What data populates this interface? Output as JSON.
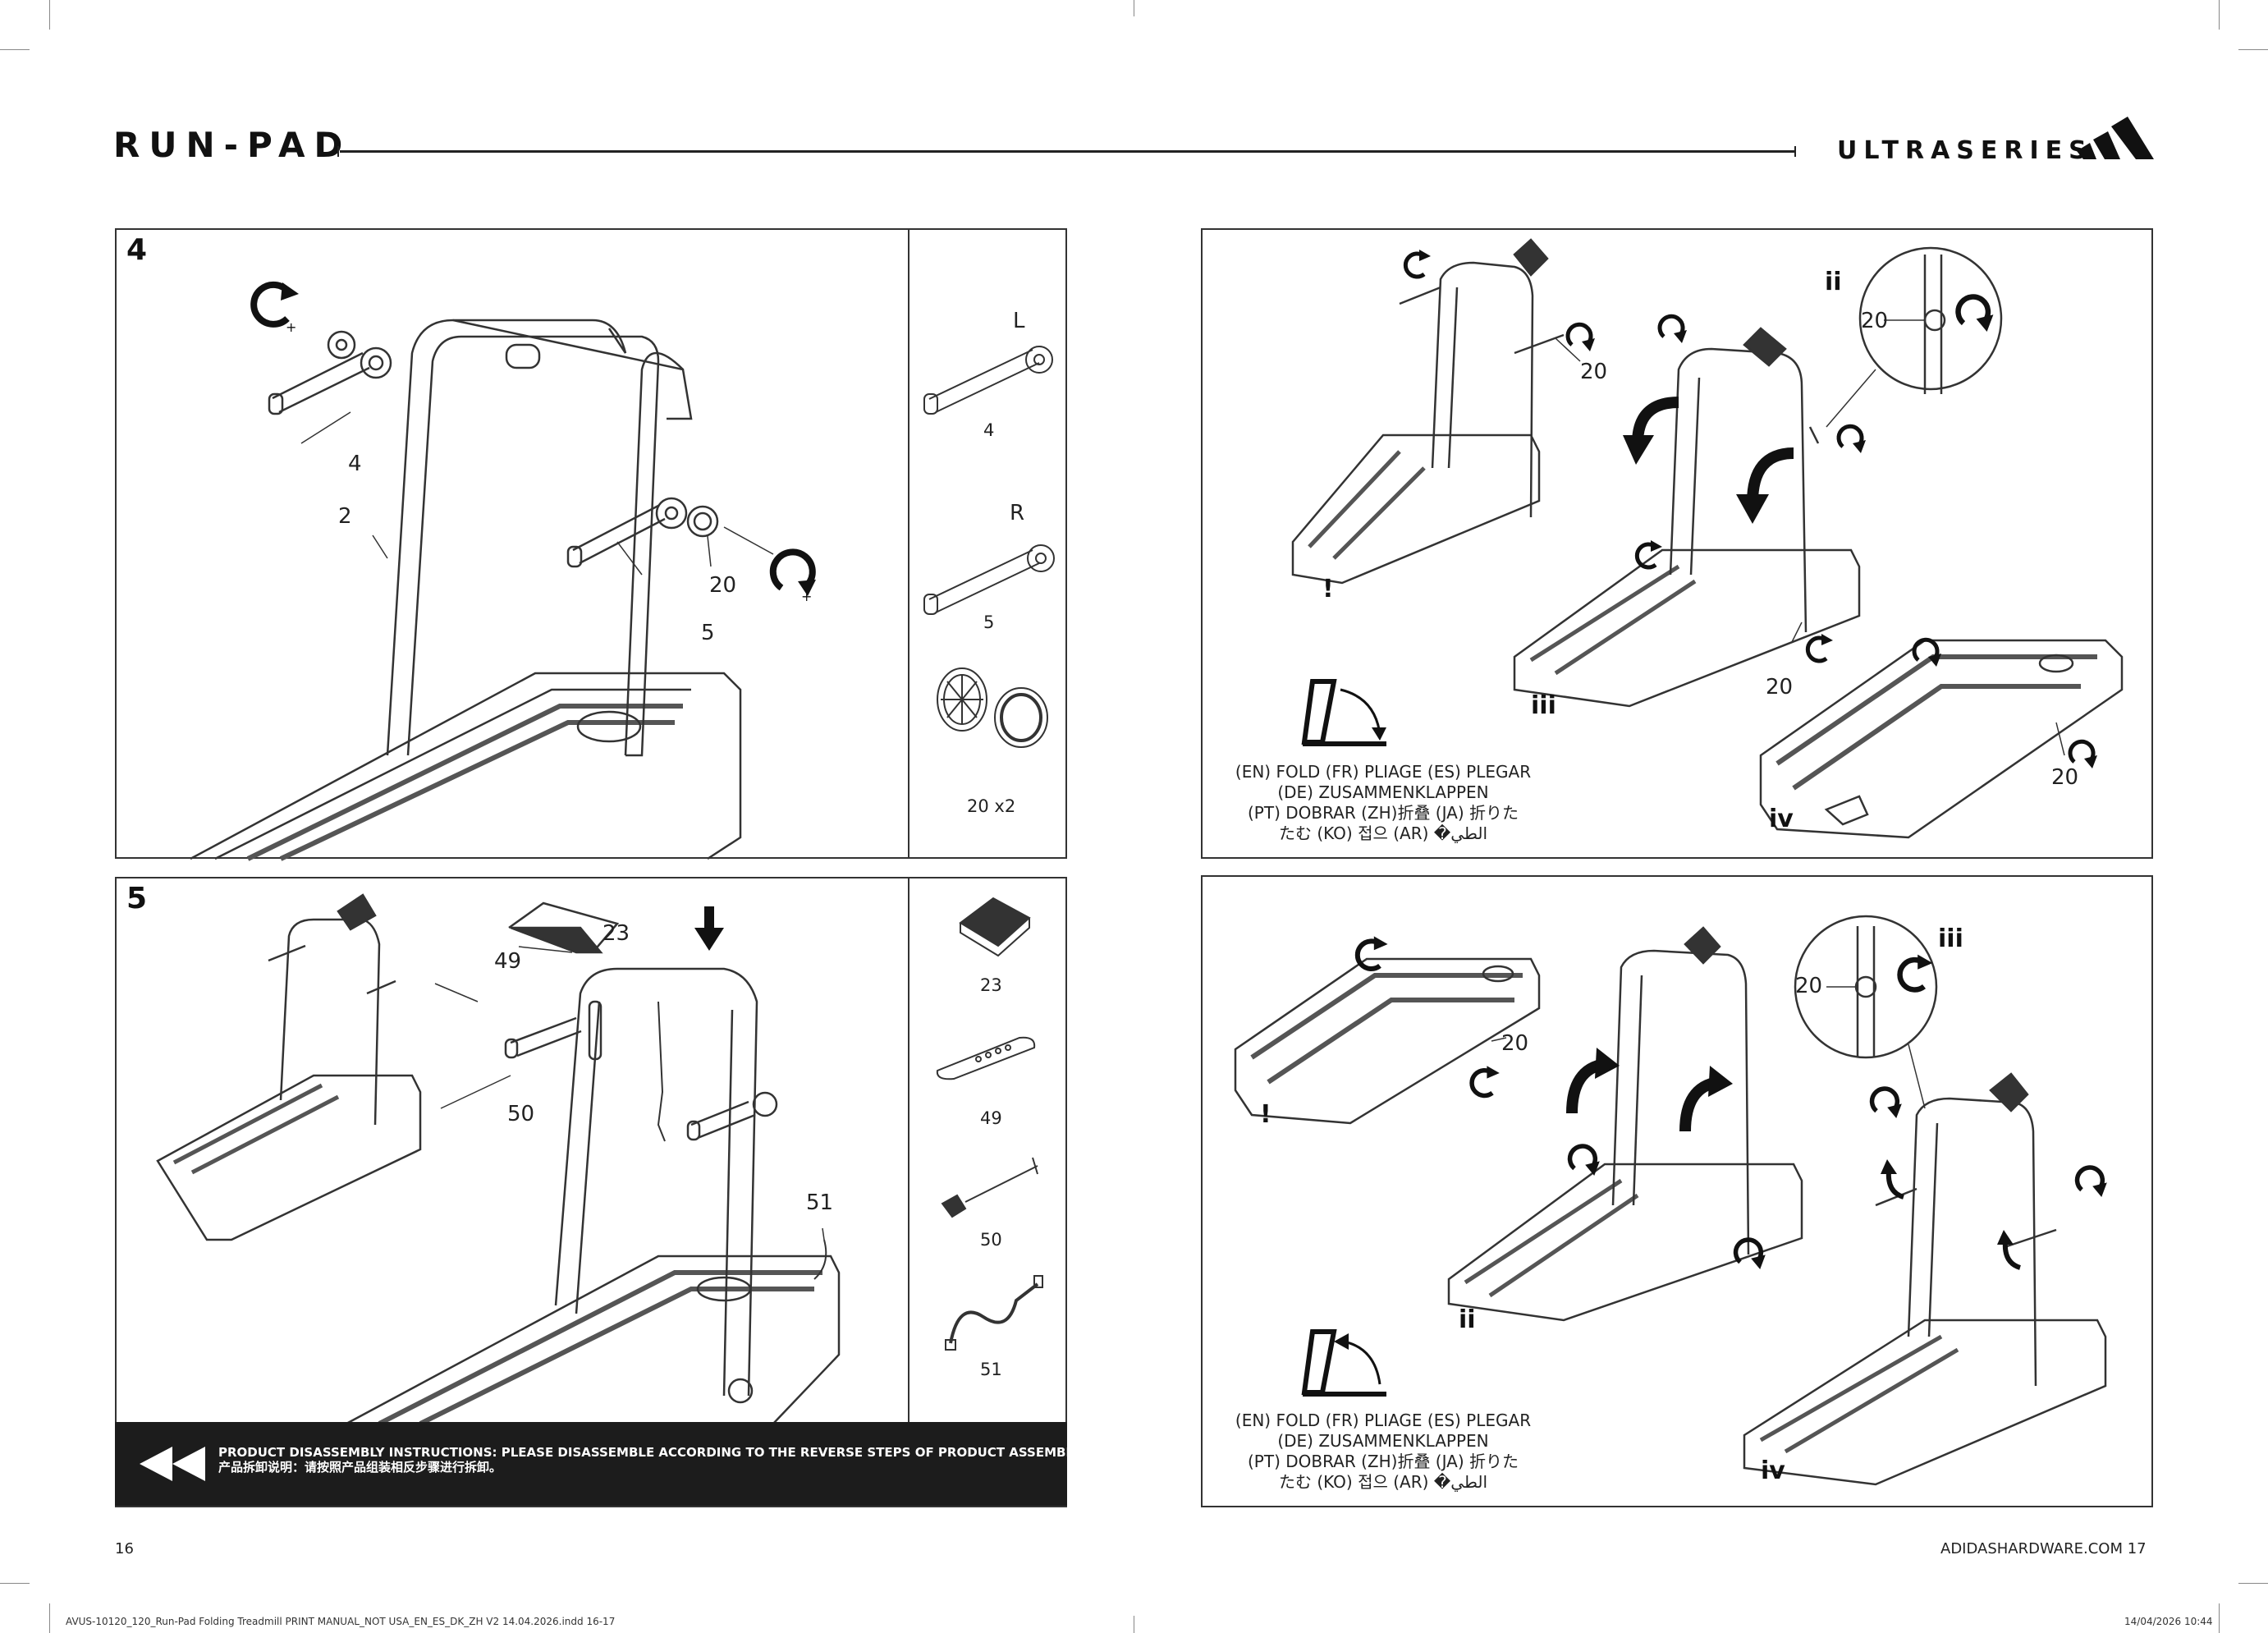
{
  "header": {
    "brand": "RUN-PAD",
    "series": "ULTRASERIES",
    "logo_icon": "adidas-three-bars-icon"
  },
  "step4": {
    "number": "4",
    "callouts": [
      "4",
      "2",
      "20",
      "5"
    ],
    "parts": {
      "left_label": "L",
      "left_part": "4",
      "right_label": "R",
      "right_part": "5",
      "cap_part": "20 x2"
    }
  },
  "step5": {
    "number": "5",
    "callouts": [
      "23",
      "49",
      "50",
      "51"
    ],
    "parts": [
      "23",
      "49",
      "50",
      "51"
    ]
  },
  "fold_panel": {
    "steps": [
      "!",
      "ii",
      "iii",
      "iv"
    ],
    "callouts": [
      "20",
      "20",
      "20",
      "20"
    ],
    "text": [
      "(EN) FOLD (FR) PLIAGE (ES) PLEGAR",
      "(DE) ZUSAMMENKLAPPEN",
      "(PT) DOBRAR (ZH)折叠 (JA) 折りた",
      "たむ (KO) 접으 (AR) �الطي"
    ]
  },
  "unfold_panel": {
    "steps": [
      "!",
      "ii",
      "iii",
      "iv"
    ],
    "callouts": [
      "20",
      "20"
    ],
    "text": [
      "(EN) FOLD (FR) PLIAGE (ES) PLEGAR",
      "(DE) ZUSAMMENKLAPPEN",
      "(PT) DOBRAR (ZH)折叠 (JA) 折りた",
      "たむ (KO) 접으 (AR) �الطي"
    ]
  },
  "banner": {
    "icon": "rewind-arrows-icon",
    "line1": "PRODUCT DISASSEMBLY INSTRUCTIONS: PLEASE DISASSEMBLE ACCORDING TO THE REVERSE STEPS OF PRODUCT ASSEMBLY",
    "line2": "产品拆卸说明：请按照产品组装相反步骤进行拆卸。"
  },
  "footer": {
    "page_left": "16",
    "page_right": "ADIDASHARDWARE.COM 17",
    "slug_left": "AVUS-10120_120_Run-Pad Folding Treadmill PRINT MANUAL_NOT USA_EN_ES_DK_ZH V2 14.04.2026.indd 16-17",
    "slug_right": "14/04/2026 10:44"
  }
}
